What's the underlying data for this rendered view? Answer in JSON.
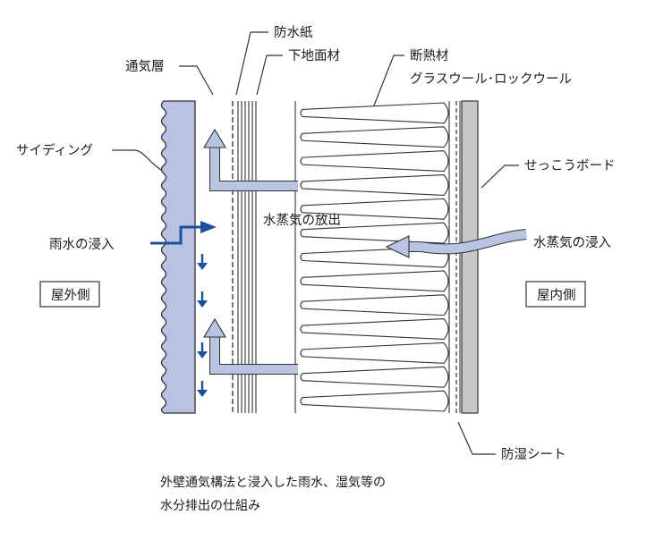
{
  "labels": {
    "ventilation_layer": "通気層",
    "waterproof_paper": "防水紙",
    "sheathing": "下地面材",
    "insulation_line1": "断熱材",
    "insulation_line2": "グラスウール･ロックウール",
    "siding": "サイディング",
    "gypsum_board": "せっこうボード",
    "vapor_release": "水蒸気の放出",
    "rain_intrusion": "雨水の浸入",
    "vapor_intrusion": "水蒸気の浸入",
    "exterior_side": "屋外側",
    "interior_side": "屋内側",
    "vapor_barrier": "防湿シート"
  },
  "caption": {
    "line1": "外壁通気構法と浸入した雨水、湿気等の",
    "line2": "水分排出の仕組み"
  },
  "colors": {
    "siding_fill": "#b9c2e0",
    "arrow_light": "#b8c4e2",
    "arrow_dark": "#1d4f9a",
    "gypsum_fill": "#c8c8c8",
    "line": "#333333"
  }
}
